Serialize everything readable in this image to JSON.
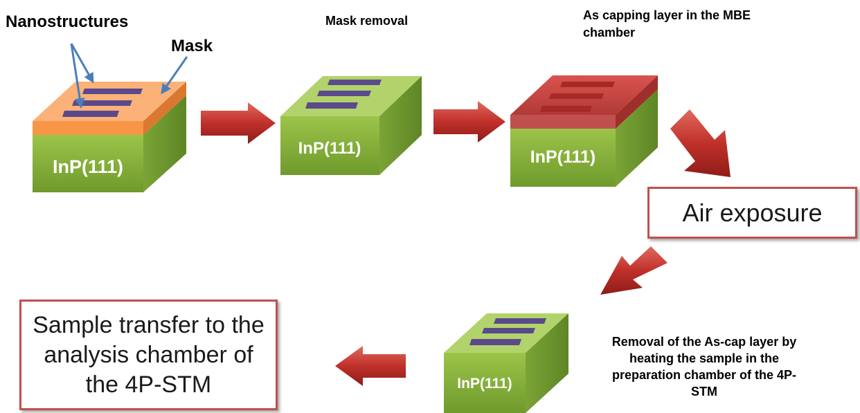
{
  "labels": {
    "nanostructures": "Nanostructures",
    "mask": "Mask",
    "mask_removal": "Mask removal",
    "as_capping": "As capping layer in the MBE chamber",
    "removal_as_cap": "Removal of the As-cap  layer by heating the sample in the preparation chamber of the 4P-STM"
  },
  "substrate": {
    "block1": "InP(111)",
    "block2": "InP(111)",
    "block3": "InP(111)",
    "block4": "InP(111)"
  },
  "boxes": {
    "air_exposure": "Air exposure",
    "sample_transfer": "Sample transfer to the analysis chamber of the 4P-STM"
  },
  "colors": {
    "substrate_green": "#8db53c",
    "mask_orange": "#f79646",
    "nanostructure_purple": "#5b4a8b",
    "as_cap_red": "#c0504d",
    "arrow_red": "#c0302a",
    "pointer_blue": "#4a7ebb"
  }
}
